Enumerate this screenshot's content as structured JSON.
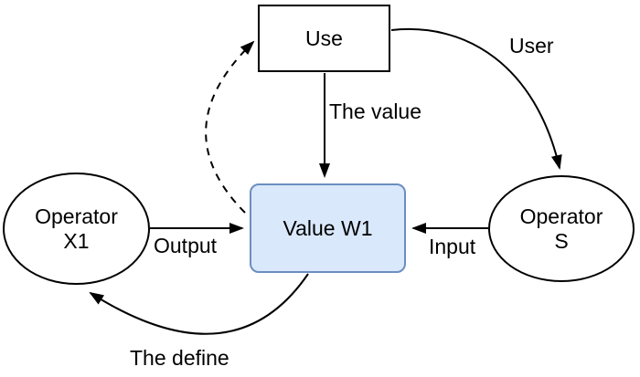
{
  "diagram": {
    "title": "use-value-operator flow diagram",
    "nodes": {
      "use": {
        "label": "Use",
        "shape": "rectangle"
      },
      "value_w1": {
        "label": "Value W1",
        "shape": "rounded-rectangle"
      },
      "operator_x1": {
        "line1": "Operator",
        "line2": "X1",
        "shape": "ellipse"
      },
      "operator_s": {
        "line1": "Operator",
        "line2": "S",
        "shape": "ellipse"
      }
    },
    "edges": [
      {
        "from": "use",
        "to": "value_w1",
        "label": "The value",
        "style": "solid"
      },
      {
        "from": "use",
        "to": "operator_s",
        "label": "User",
        "style": "solid"
      },
      {
        "from": "operator_x1",
        "to": "value_w1",
        "label": "Output",
        "style": "solid"
      },
      {
        "from": "operator_s",
        "to": "value_w1",
        "label": "Input",
        "style": "solid"
      },
      {
        "from": "value_w1",
        "to": "operator_x1",
        "label": "The define",
        "style": "solid"
      },
      {
        "from": "value_w1",
        "to": "use",
        "label": "",
        "style": "dashed"
      }
    ],
    "edge_labels": {
      "the_value": "The value",
      "user": "User",
      "output": "Output",
      "input": "Input",
      "the_define": "The define"
    },
    "colors": {
      "background": "#ffffff",
      "node_border": "#000000",
      "edge_stroke": "#000000",
      "value_fill": "#dae8fc",
      "value_border": "#6c8ebf",
      "text": "#000000"
    }
  }
}
